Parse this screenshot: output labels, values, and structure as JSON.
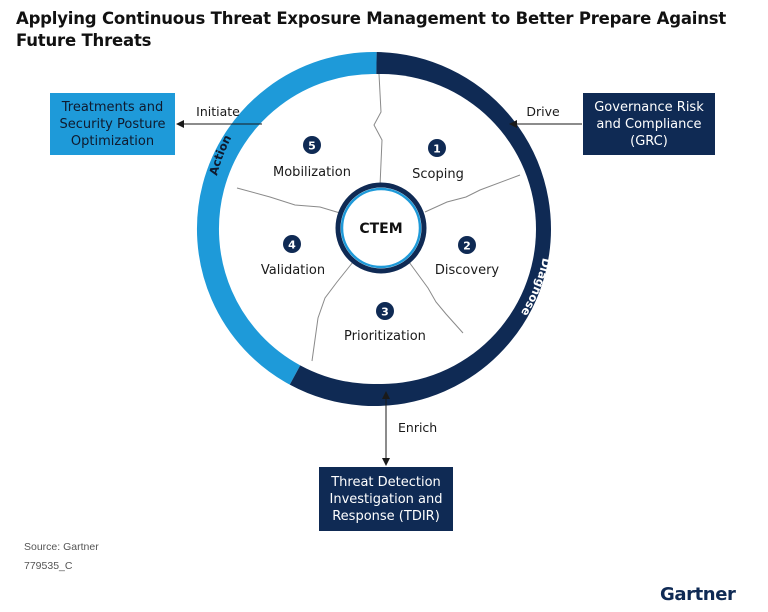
{
  "title": {
    "line1": "Applying Continuous Threat Exposure Management to Better Prepare Against",
    "line2": "Future Threats"
  },
  "center": {
    "label": "CTEM"
  },
  "ring": {
    "action_label": "Action",
    "diagnose_label": "Diagnose"
  },
  "stages": [
    {
      "number": "1",
      "label": "Scoping"
    },
    {
      "number": "2",
      "label": "Discovery"
    },
    {
      "number": "3",
      "label": "Prioritization"
    },
    {
      "number": "4",
      "label": "Validation"
    },
    {
      "number": "5",
      "label": "Mobilization"
    }
  ],
  "boxes": {
    "treatments": {
      "line1": "Treatments and",
      "line2": "Security Posture",
      "line3": "Optimization"
    },
    "grc": {
      "line1": "Governance Risk",
      "line2": "and Compliance",
      "line3": "(GRC)"
    },
    "tdir": {
      "line1": "Threat Detection",
      "line2": "Investigation and",
      "line3": "Response (TDIR)"
    }
  },
  "arrows": {
    "initiate": "Initiate",
    "drive": "Drive",
    "enrich": "Enrich"
  },
  "source": {
    "line1": "Source: Gartner",
    "line2": "779535_C"
  },
  "brand": {
    "name": "Gartner"
  },
  "colors": {
    "dark_navy": "#0f2a54",
    "light_blue": "#1e9ad9"
  }
}
